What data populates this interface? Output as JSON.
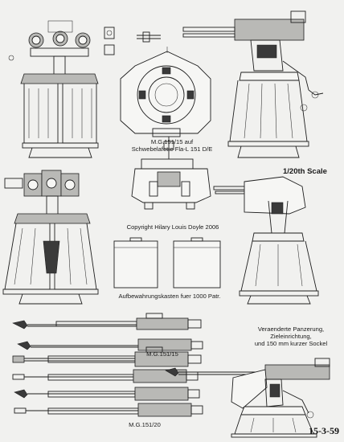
{
  "captions": {
    "fla_top_line1": "M.G.151/15 auf",
    "fla_top_line2": "Schwebelafette Fla-L 151 D/E",
    "scale": "1/20th Scale",
    "copyright": "Copyright Hilary Louis Doyle 2006",
    "box": "Aufbewahrungskasten fuer 1000 Patr.",
    "mg15": "M.G.151/15",
    "mg20": "M.G.151/20",
    "variant_line1": "Veraenderte Panzerung,",
    "variant_line2": "Zieleinrichtung,",
    "variant_line3": "und 150 mm kurzer Sockel"
  },
  "page_number": "15-3-59",
  "colors": {
    "paper": "#f1f1ef",
    "ink": "#1e1e1e",
    "shade": "#b9b9b6"
  }
}
